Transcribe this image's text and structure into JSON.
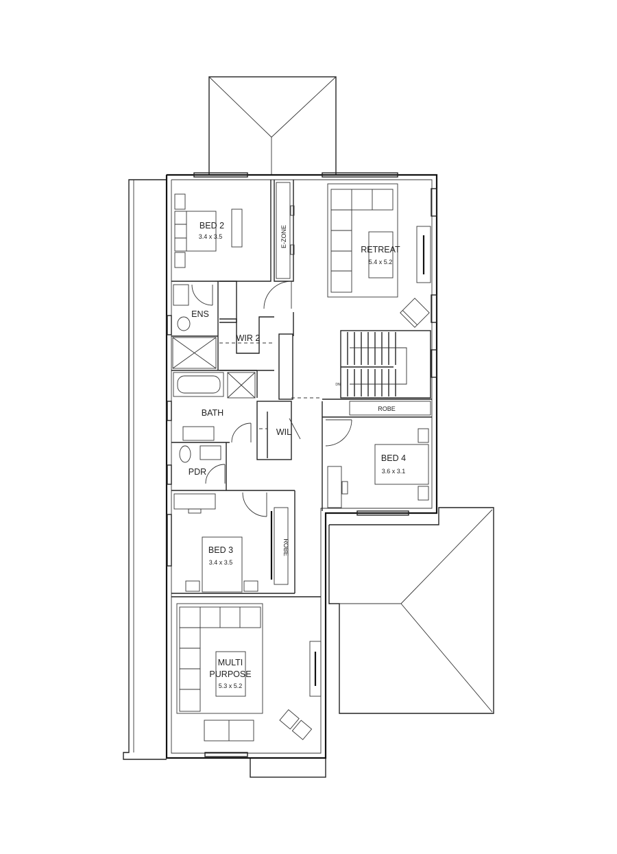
{
  "plan": {
    "rooms": {
      "bed2": {
        "name": "BED 2",
        "size": "3.4 x 3.5"
      },
      "retreat": {
        "name": "RETREAT",
        "size": "5.4 x 5.2"
      },
      "ezone": {
        "name": "E-ZONE"
      },
      "ens": {
        "name": "ENS"
      },
      "wir2": {
        "name": "WIR 2"
      },
      "bath": {
        "name": "BATH"
      },
      "wil": {
        "name": "WIL"
      },
      "pdr": {
        "name": "PDR"
      },
      "robe_bed4": {
        "name": "ROBE"
      },
      "bed4": {
        "name": "BED 4",
        "size": "3.6 x 3.1"
      },
      "bed3": {
        "name": "BED 3",
        "size": "3.4 x 3.5"
      },
      "robe_bed3": {
        "name": "ROBE"
      },
      "multi": {
        "name_line1": "MULTI",
        "name_line2": "PURPOSE",
        "size": "5.3 x 5.2"
      }
    },
    "stairs_label": "DN"
  }
}
